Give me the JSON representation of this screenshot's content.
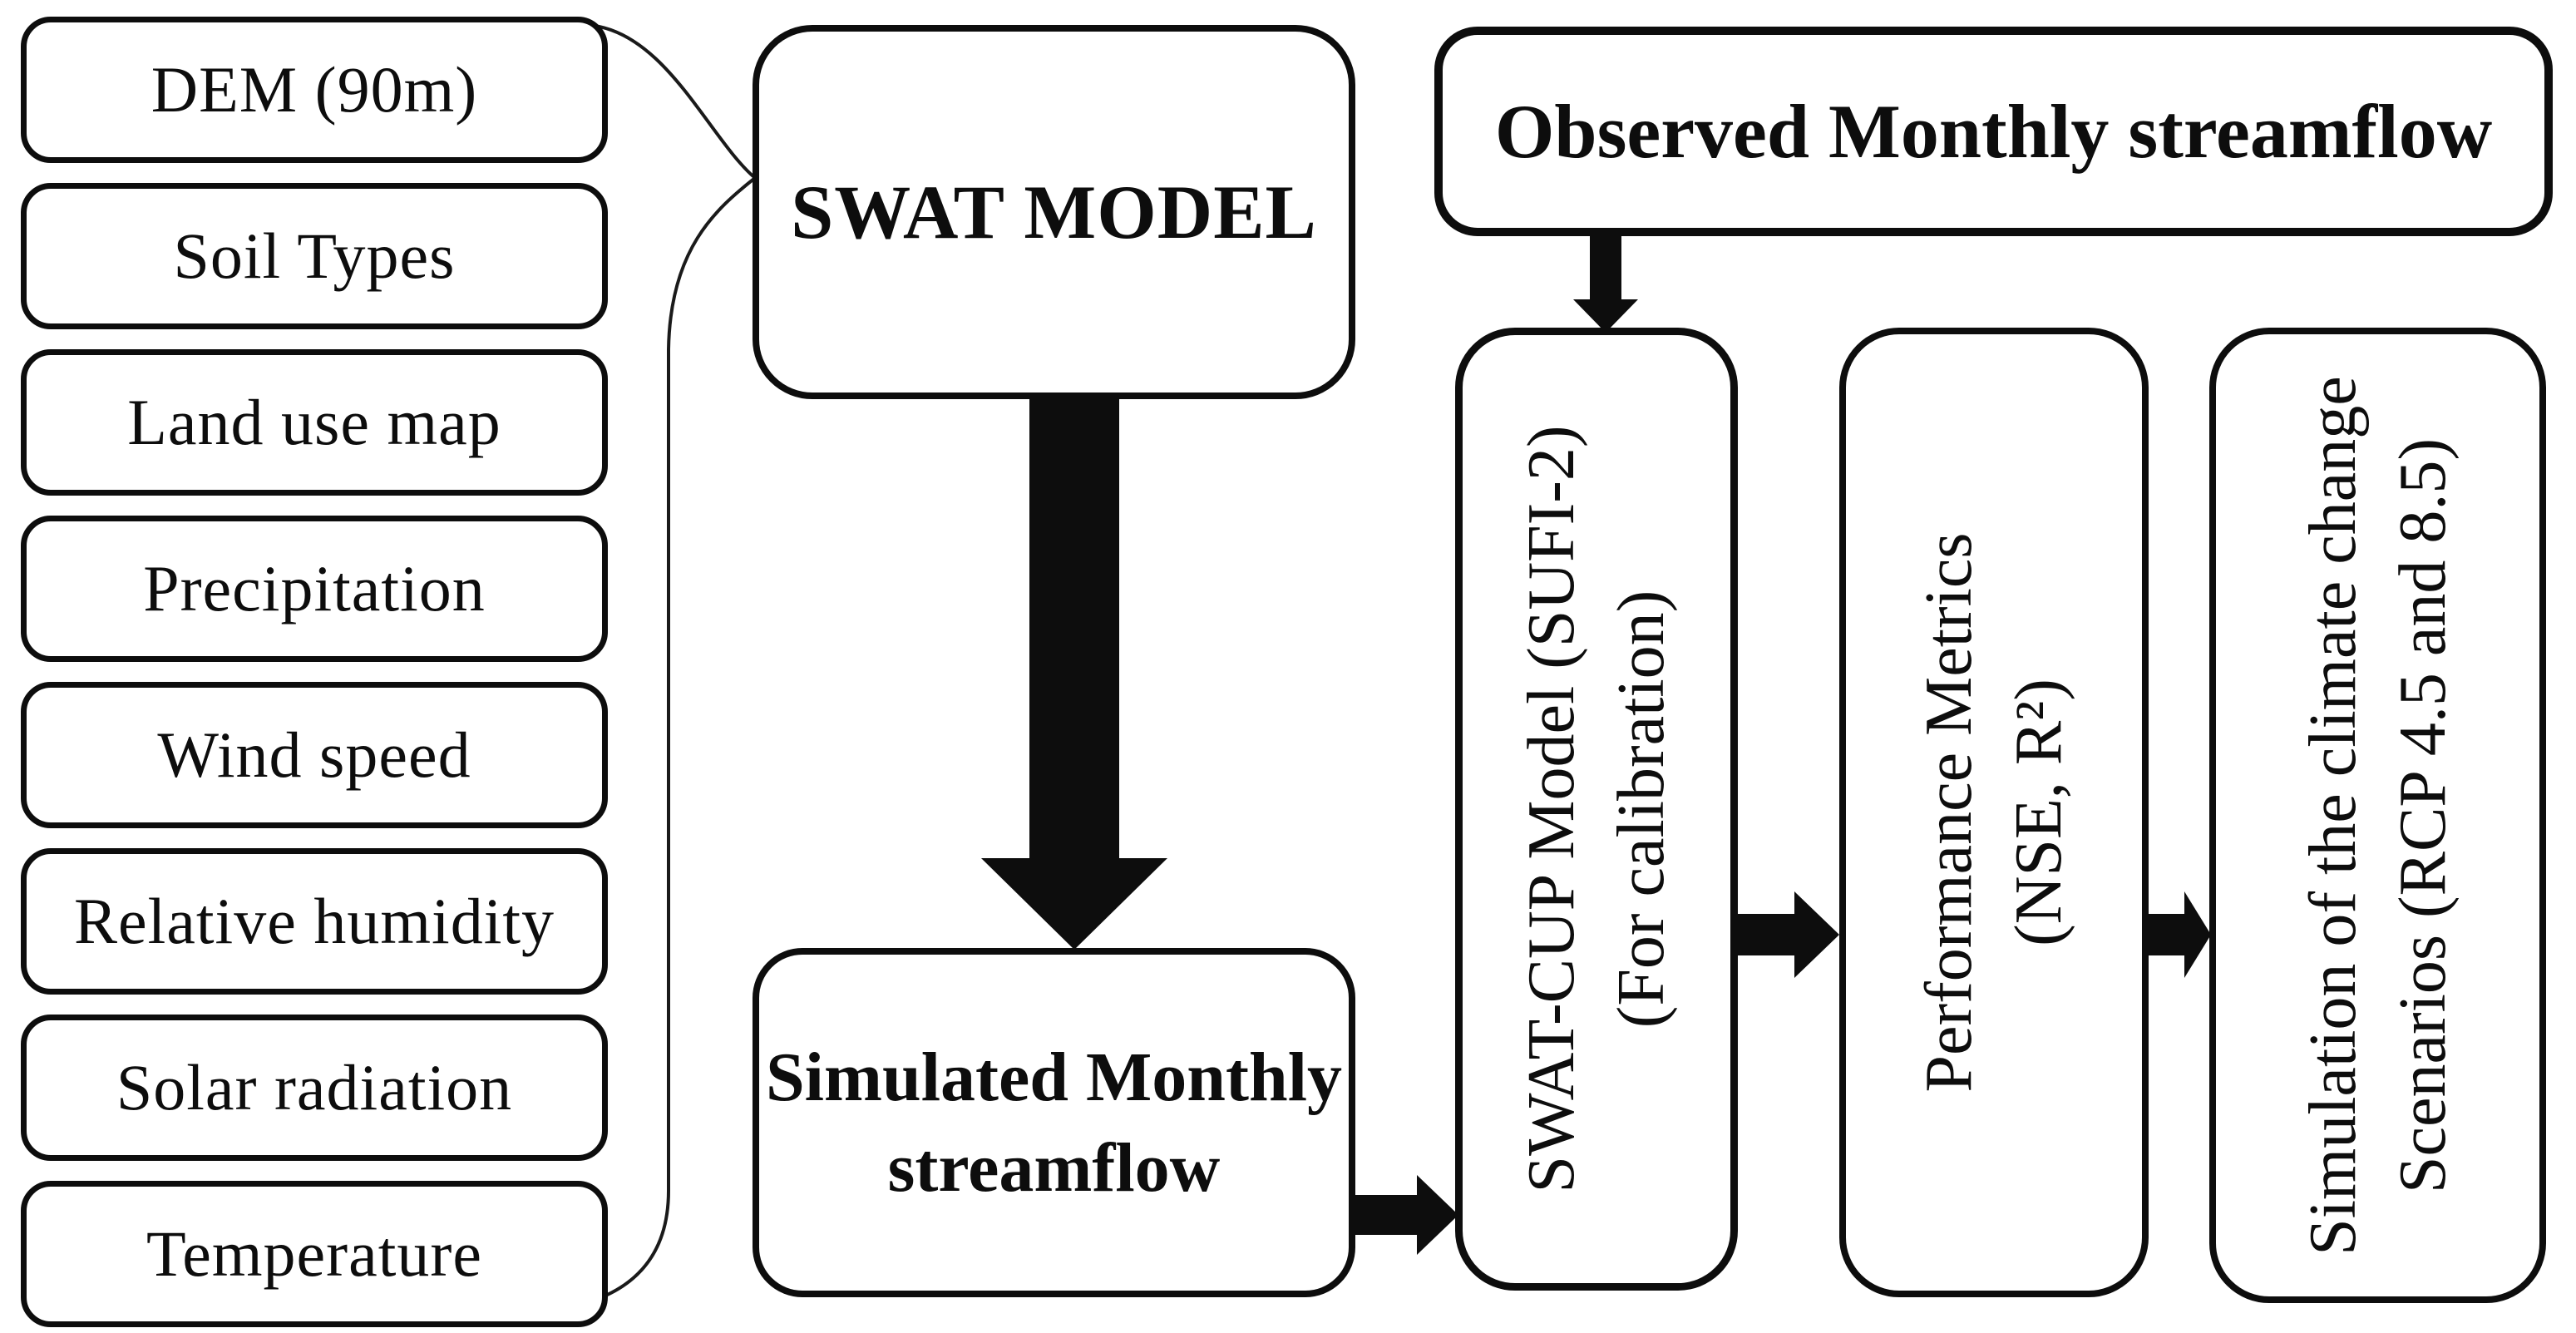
{
  "diagram": {
    "inputs": [
      "DEM (90m)",
      "Soil Types",
      "Land use map",
      "Precipitation",
      "Wind speed",
      "Relative humidity",
      "Solar radiation",
      "Temperature"
    ],
    "swat_model": {
      "label": "SWAT MODEL"
    },
    "simulated_streamflow": {
      "line1": "Simulated Monthly",
      "line2": "streamflow"
    },
    "observed_streamflow": {
      "label": "Observed Monthly streamflow"
    },
    "swat_cup": {
      "line1": "SWAT-CUP Model (SUFI-2)",
      "line2": "(For calibration)"
    },
    "performance_metrics": {
      "line1": "Performance Metrics",
      "line2": "(NSE, R²)"
    },
    "climate_simulation": {
      "line1": "Simulation of the climate change",
      "line2": "Scenarios (RCP 4.5 and 8.5)"
    },
    "colors": {
      "ink": "#0d0d0d",
      "background": "#ffffff"
    }
  }
}
